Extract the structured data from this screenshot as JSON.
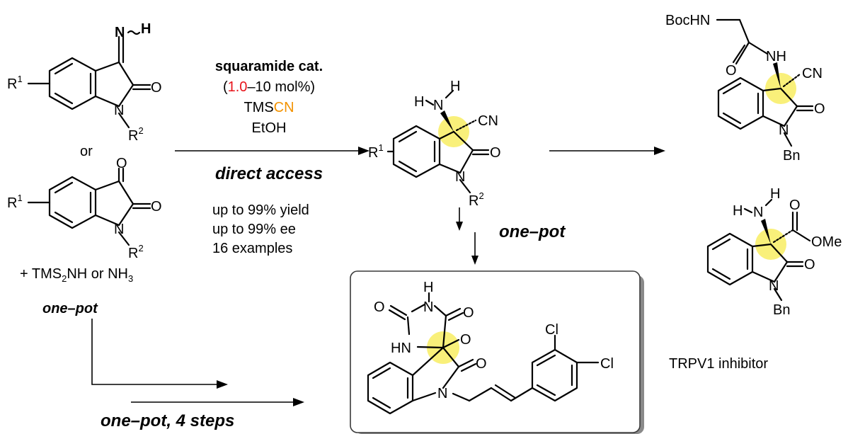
{
  "colors": {
    "red": "#e8141b",
    "orange": "#f39200",
    "green": "#21a844",
    "highlight": "#f9f07a",
    "box_border": "#3a3a3a"
  },
  "substrate": {
    "imine_nh_n": "N",
    "imine_nh_h": "H",
    "r1": "R",
    "r1_sup": "1",
    "r2": "R",
    "r2_sup": "2",
    "ring_n": "N",
    "carbonyl_o": "O",
    "or": "or",
    "isatin_o": "O",
    "isatin_carbonyl_o": "O",
    "isatin_n": "N",
    "isatin_r1": "R",
    "isatin_r1_sup": "1",
    "isatin_r2": "R",
    "isatin_r2_sup": "2",
    "reagent_prefix": "+ TMS",
    "reagent_sub": "2",
    "reagent_mid": "NH or NH",
    "reagent_sub2": "3",
    "one_pot": "one–pot"
  },
  "conditions": {
    "catalyst": "squaramide cat.",
    "loading_open": "(",
    "loading_low": "1.0",
    "loading_rest": "–10 mol%)",
    "reagent_tms": "TMS",
    "reagent_cn": "CN",
    "solvent": "EtOH",
    "direct_access": "direct access",
    "yield": "up to 99% yield",
    "ee": "up to 99% ee",
    "examples": "16 examples",
    "one_pot_down": "one–pot",
    "one_pot_4_steps": "one–pot, 4 steps"
  },
  "product": {
    "h_red": "H",
    "n": "N",
    "h": "H",
    "cn": "CN",
    "r1": "R",
    "r1_sup": "1",
    "o": "O",
    "ring_n": "N",
    "r2": "R",
    "r2_sup": "2"
  },
  "derivative_1": {
    "bochn": "BocHN",
    "nh": "NH",
    "o_amide": "O",
    "cn": "CN",
    "o": "O",
    "n": "N",
    "bn": "Bn"
  },
  "derivative_2": {
    "h_red": "H",
    "n": "N",
    "h": "H",
    "o_ester": "O",
    "ome": "OMe",
    "o": "O",
    "ring_n": "N",
    "bn": "Bn"
  },
  "trpv1": {
    "o_top": "O",
    "nh_h": "H",
    "nh_n": "N",
    "o_right": "O",
    "hn": "HN",
    "o_lactam": "O",
    "o_oxindole": "O",
    "n": "N",
    "cl1": "Cl",
    "cl2": "Cl",
    "label": "TRPV1 inhibitor"
  }
}
